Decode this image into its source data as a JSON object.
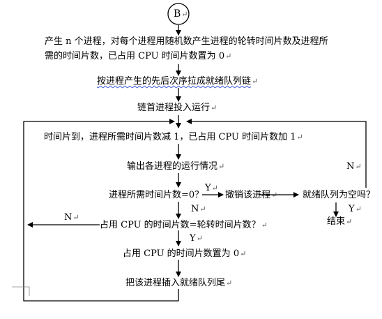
{
  "connector": {
    "label": "B"
  },
  "nodes": {
    "generate_line1": "产生 n 个进程，对每个进程用随机数产生进程的轮转时间片数及进程所",
    "generate_line2": "需的时间片数，已占用 CPU 时间片数置为 0",
    "build_queue": "按进程产生的先后次序拉成就绪队列链",
    "run_head": "链首进程投入运行",
    "time_slice_up": "时间片到，进程所需时间片数减 1，已占用 CPU 时间片数加 1",
    "output_status": "输出各进程的运行情况",
    "check_needed_zero": "进程所需时间片数=0？",
    "cancel_process": "撤销该进程",
    "check_queue_empty": "就绪队列为空吗？",
    "end": "结束",
    "check_used_equals_slice": "占用 CPU 的时间片数=轮转时间片数？",
    "reset_used": "占用 CPU 的时间片数置为 0",
    "insert_tail": "把该进程插入就绪队列尾"
  },
  "edge_labels": {
    "needed_zero_yes": "Y",
    "needed_zero_no": "N",
    "queue_empty_no": "N",
    "queue_empty_yes": "Y",
    "used_equals_no": "N",
    "used_equals_yes": "Y"
  },
  "marks": {
    "paragraph": "↵"
  }
}
